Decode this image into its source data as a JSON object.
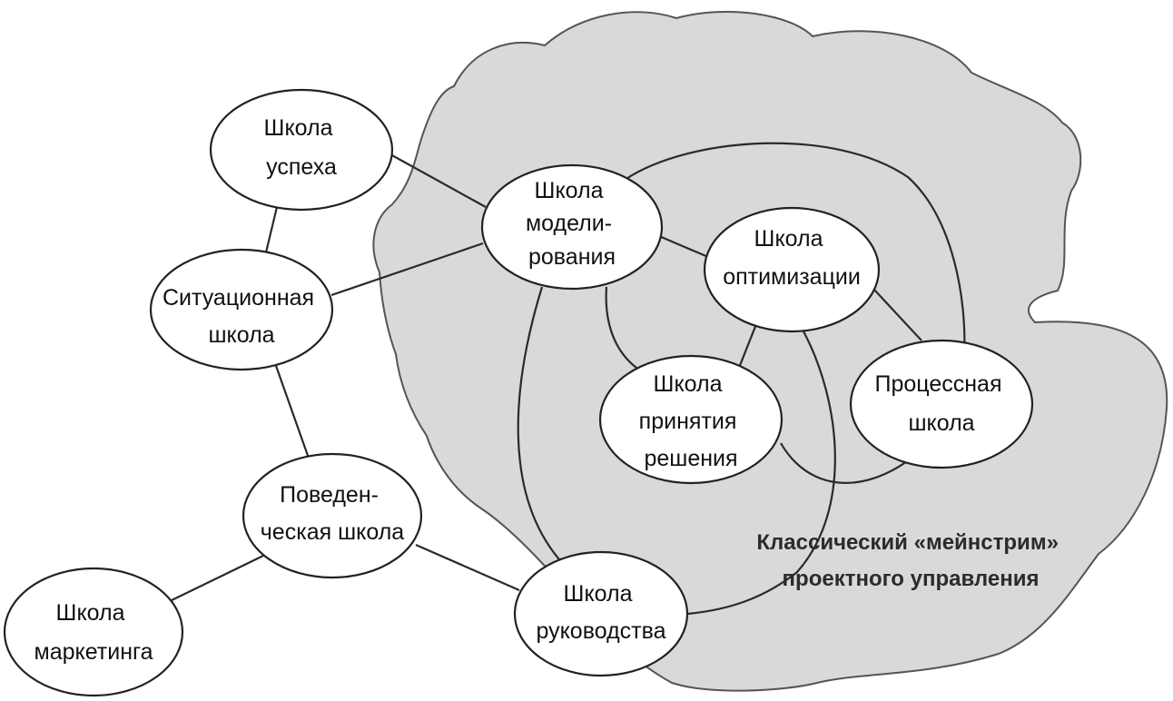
{
  "colors": {
    "cloud_fill": "#d9d9d9",
    "cloud_stroke": "#555555",
    "node_fill": "#ffffff",
    "line": "#2a2a2a",
    "text": "#111111"
  },
  "nodes": {
    "success": {
      "lines": [
        "Школа",
        "успеха"
      ]
    },
    "modeling": {
      "lines": [
        "Школа",
        "модели-",
        "рования"
      ]
    },
    "optimization": {
      "lines": [
        "Школа",
        "оптимизации"
      ]
    },
    "situational": {
      "lines": [
        "Ситуационная",
        "школа"
      ]
    },
    "decision": {
      "lines": [
        "Школа",
        "принятия",
        "решения"
      ]
    },
    "process": {
      "lines": [
        "Процессная",
        "школа"
      ]
    },
    "behavioral": {
      "lines": [
        "Поведен-",
        "ческая школа"
      ]
    },
    "leadership": {
      "lines": [
        "Школа",
        "руководства"
      ]
    },
    "marketing": {
      "lines": [
        "Школа",
        "маркетинга"
      ]
    }
  },
  "mainstream_label": {
    "line1": "Классический «мейнстрим»",
    "line2": "проектного управления"
  }
}
